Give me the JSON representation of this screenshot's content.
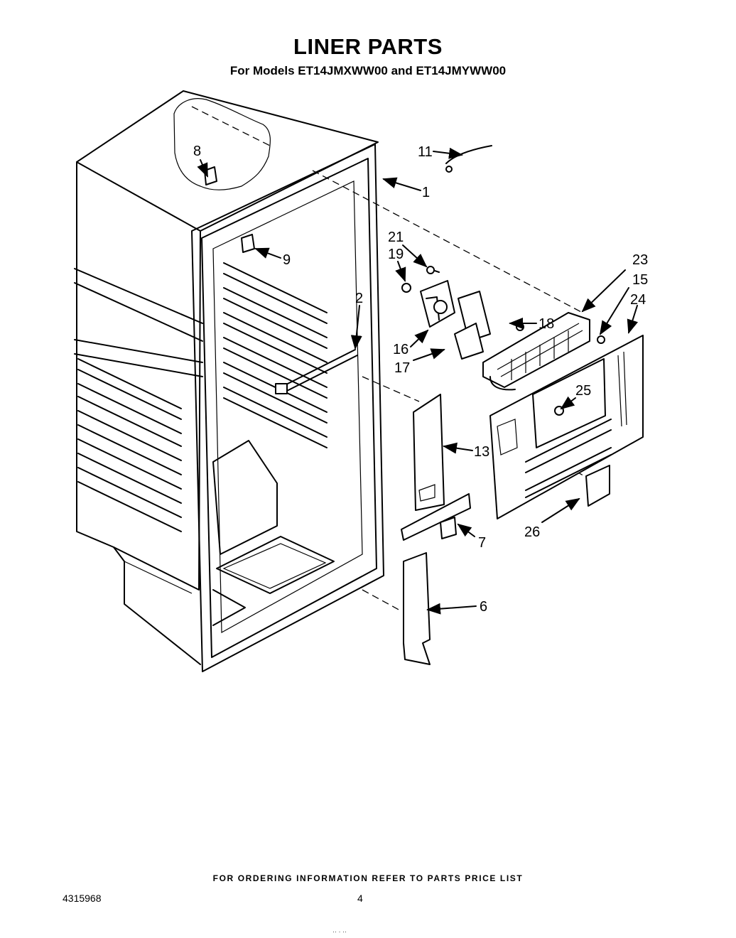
{
  "title": "LINER PARTS",
  "subtitle": "For Models ET14JMXWW00 and ET14JMYWW00",
  "footer": "FOR ORDERING INFORMATION REFER TO PARTS PRICE LIST",
  "doc_number": "4315968",
  "page_number": "4",
  "stamp_text": "·· · ··",
  "callouts": {
    "c1": "1",
    "c2": "2",
    "c6": "6",
    "c7": "7",
    "c8": "8",
    "c9": "9",
    "c11": "11",
    "c13": "13",
    "c15": "15",
    "c16": "16",
    "c17": "17",
    "c18": "18",
    "c19": "19",
    "c21": "21",
    "c23": "23",
    "c24": "24",
    "c25": "25",
    "c26": "26"
  }
}
